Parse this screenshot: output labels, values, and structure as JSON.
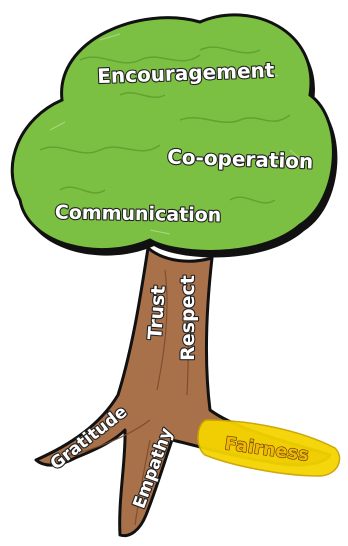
{
  "canopy_values": [
    "Encouragement",
    "Co-operation",
    "Communication"
  ],
  "trunk_values": [
    "Trust",
    "Respect"
  ],
  "root_values": [
    "Gratitude",
    "Empathy",
    "Fairness"
  ],
  "colors": {
    "leaf": "#7cc043",
    "leaf_dark": "#5d9a2c",
    "outline": "#111111",
    "trunk": "#a9714a",
    "trunk_dark": "#7a4c2c",
    "highlight": "#f5d400",
    "label_text": "#ffffff",
    "highlight_text": "#f2b705"
  }
}
